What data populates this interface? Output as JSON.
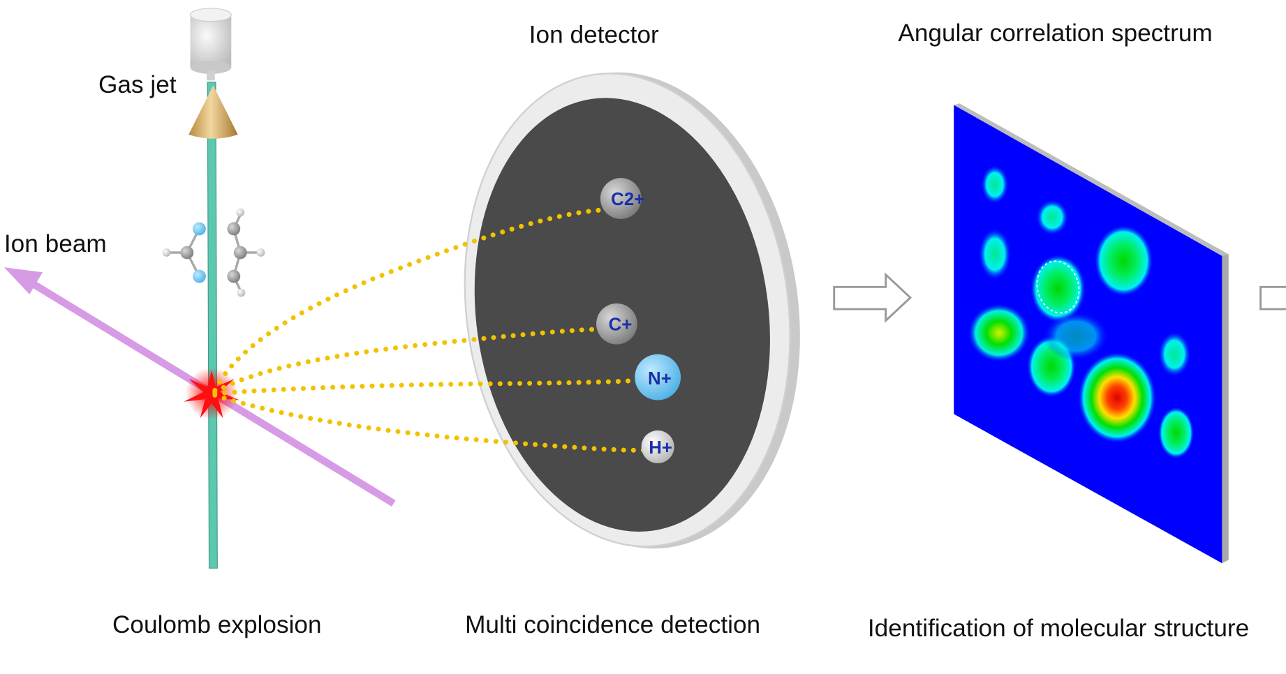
{
  "labels": {
    "gas_jet": "Gas jet",
    "ion_beam": "Ion beam",
    "ion_detector": "Ion detector",
    "spectrum_title": "Angular correlation spectrum",
    "coulomb_explosion": "Coulomb explosion",
    "multi_coincidence": "Multi coincidence detection",
    "identification": "Identification of molecular structure"
  },
  "ions": [
    {
      "label": "C2+",
      "color": "#9a9a9a"
    },
    {
      "label": "C+",
      "color": "#9a9a9a"
    },
    {
      "label": "N+",
      "color": "#6cc6f0"
    },
    {
      "label": "H+",
      "color": "#e6e6e6"
    }
  ],
  "colors": {
    "gas_jet_beam": "#5ec7b0",
    "ion_beam": "#d79be6",
    "trajectory": "#f2c200",
    "explosion": "#ff1a1a",
    "detector_face": "#4a4a4a",
    "detector_rim": "#e2e2e2",
    "spectrum_background": "#0000ff",
    "ion_text": "#1a2fa8"
  }
}
